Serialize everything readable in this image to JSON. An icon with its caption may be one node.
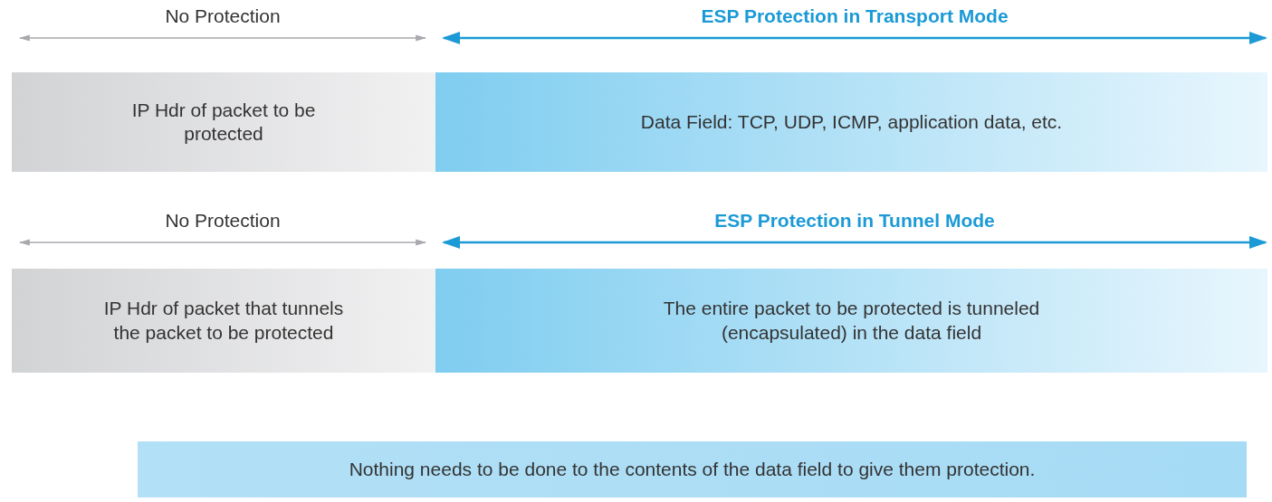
{
  "diagram": {
    "nodes": [
      {
        "text": [
          "IP Hdr of packet to be protected"
        ]
      },
      {
        "text": [
          "Data Field: TCP, UDP, ICMP, application data, etc."
        ]
      },
      {
        "text": [
          "IP Hdr of packet that tunnels the packet to be protected"
        ]
      },
      {
        "text": [
          "The entire packet to be protected is tunneled (encapsulated) in the data field"
        ]
      },
      {
        "text": [
          "Nothing needs to be done to the contents of the data field to give them protection."
        ]
      }
    ],
    "edges": [],
    "labels": [
      "No Protection",
      "ESP Protection in Transport Mode",
      "No Protection",
      "ESP Protection in Tunnel Mode"
    ]
  }
}
